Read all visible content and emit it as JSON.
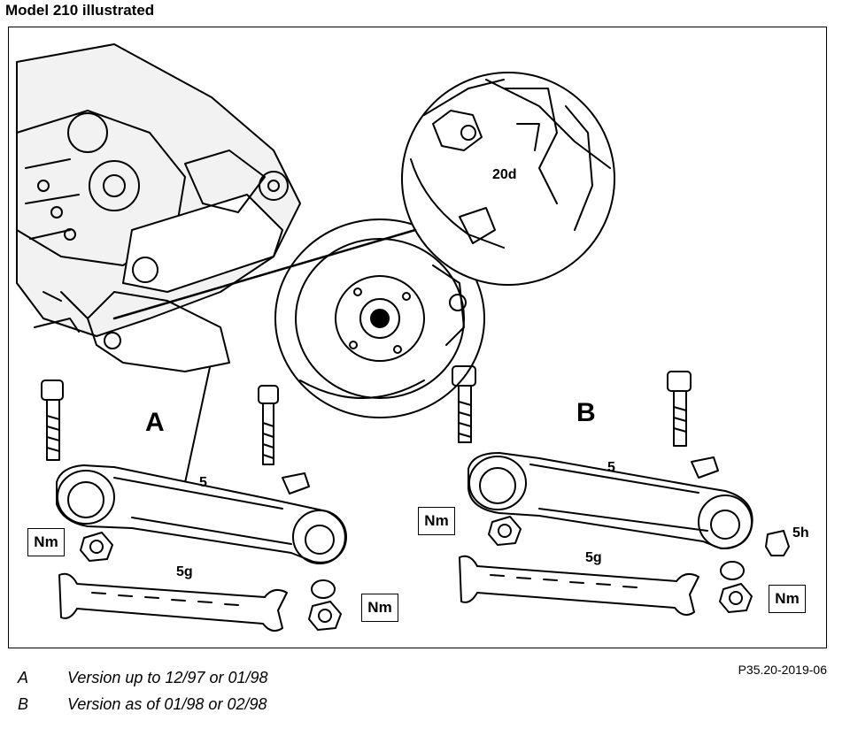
{
  "title": "Model 210 illustrated",
  "figure_ref": "P35.20-2019-06",
  "labels": {
    "detail_part": "20d",
    "version_a": "A",
    "version_b": "B",
    "arm": "5",
    "cover": "5g",
    "bushing": "5h",
    "torque": "Nm"
  },
  "legend": [
    {
      "key": "A",
      "text": "Version up to 12/97 or 01/98"
    },
    {
      "key": "B",
      "text": "Version as of 01/98 or 02/98"
    }
  ]
}
